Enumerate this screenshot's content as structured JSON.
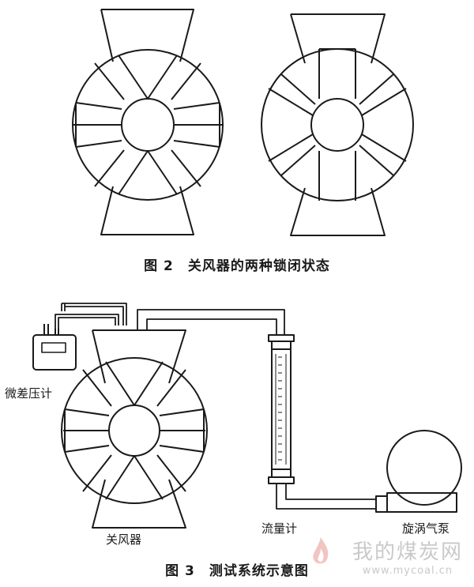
{
  "figure2": {
    "caption": "图 2　关风器的两种锁闭状态"
  },
  "figure3": {
    "caption": "图 3　测试系统示意图",
    "labels": {
      "manometer": "微差压计",
      "rotary_valve": "关风器",
      "flowmeter": "流量计",
      "vortex_pump": "旋涡气泵"
    }
  },
  "watermark": {
    "title": "我的煤炭网",
    "url": "www.mycoal.cn"
  },
  "colors": {
    "ink": "#1a1a1a",
    "watermark": "#c9c9c9",
    "flame": "#f2c4c4"
  }
}
